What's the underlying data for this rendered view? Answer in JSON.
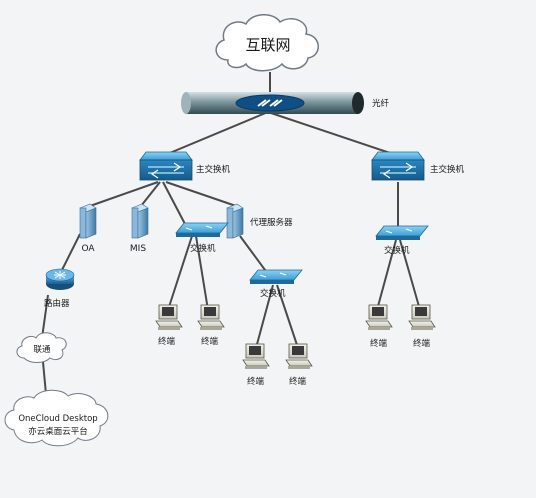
{
  "nodes": {
    "internet": "互联网",
    "fiber": "光纤",
    "core_switch_left": "主交换机",
    "core_switch_right": "主交换机",
    "oa_server": "OA",
    "mis_server": "MIS",
    "proxy_server": "代理服务器",
    "switch_a": "交换机",
    "switch_b": "交换机",
    "switch_c": "交换机",
    "router": "路由器",
    "unicom": "联通",
    "onecloud_line1": "OneCloud Desktop",
    "onecloud_line2": "亦云桌面云平台",
    "terminal_a1": "终端",
    "terminal_a2": "终端",
    "terminal_b1": "终端",
    "terminal_b2": "终端",
    "terminal_c1": "终端",
    "terminal_c2": "终端"
  },
  "colors": {
    "background": "#f3f4f5",
    "switch_blue": "#2f8fc9",
    "server_blue": "#4f8db8",
    "router_blue": "#2e7fbf",
    "fiber_gray": "#6f8a93",
    "cloud_stroke": "#6f7b86"
  }
}
